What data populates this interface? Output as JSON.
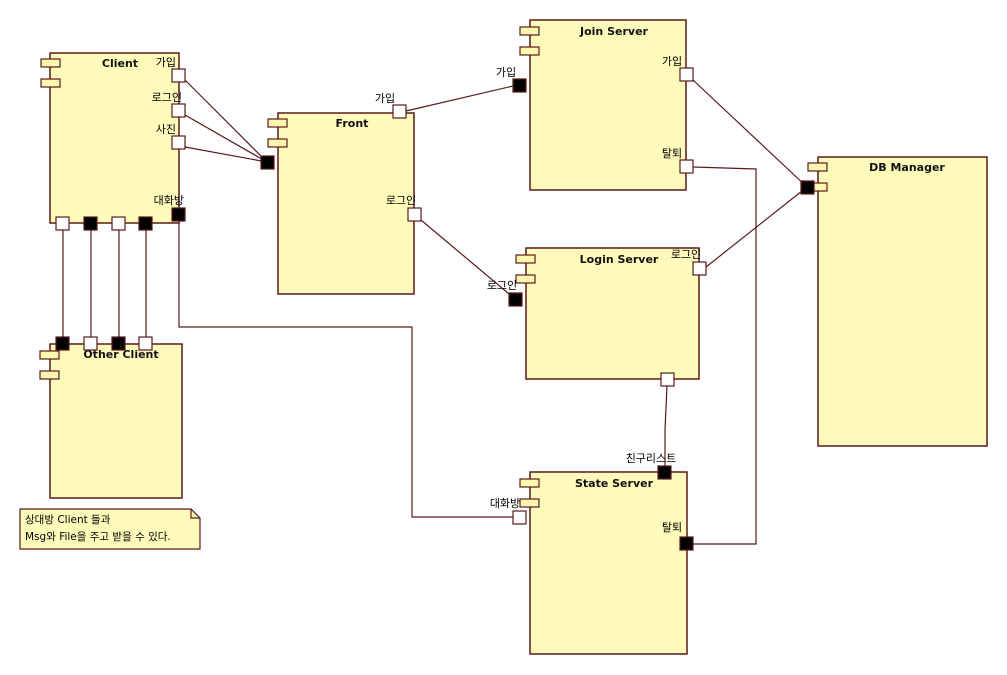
{
  "diagram": {
    "type": "UML component diagram",
    "components": {
      "client": "Client",
      "other_client": "Other Client",
      "front": "Front",
      "join_server": "Join Server",
      "login_server": "Login Server",
      "state_server": "State Server",
      "db_manager": "DB Manager"
    },
    "ports": {
      "client_join": "가입",
      "client_login": "로그인",
      "client_photo": "사진",
      "client_chat": "대화방",
      "front_join": "가입",
      "front_login": "로그인",
      "join_in": "가입",
      "join_out": "가입",
      "join_withdraw": "탈퇴",
      "login_in": "로그인",
      "login_out": "로그인",
      "state_friends": "친구리스트",
      "state_chat": "대화방",
      "state_withdraw": "탈퇴"
    },
    "note": {
      "line1": "상대방 Client 들과",
      "line2": "Msg와 File을 주고 받을 수 있다."
    },
    "connections": [
      {
        "from": "Client.가입",
        "to": "Front"
      },
      {
        "from": "Client.로그인",
        "to": "Front"
      },
      {
        "from": "Client.사진",
        "to": "Front"
      },
      {
        "from": "Client",
        "to": "Other Client",
        "count": 4
      },
      {
        "from": "Client.대화방",
        "to": "State Server.대화방"
      },
      {
        "from": "Front.가입",
        "to": "Join Server.가입"
      },
      {
        "from": "Front.로그인",
        "to": "Login Server.로그인"
      },
      {
        "from": "Join Server.가입",
        "to": "DB Manager"
      },
      {
        "from": "Login Server.로그인",
        "to": "DB Manager"
      },
      {
        "from": "Join Server.탈퇴",
        "to": "State Server.탈퇴"
      },
      {
        "from": "Login Server",
        "to": "State Server.친구리스트"
      }
    ]
  }
}
